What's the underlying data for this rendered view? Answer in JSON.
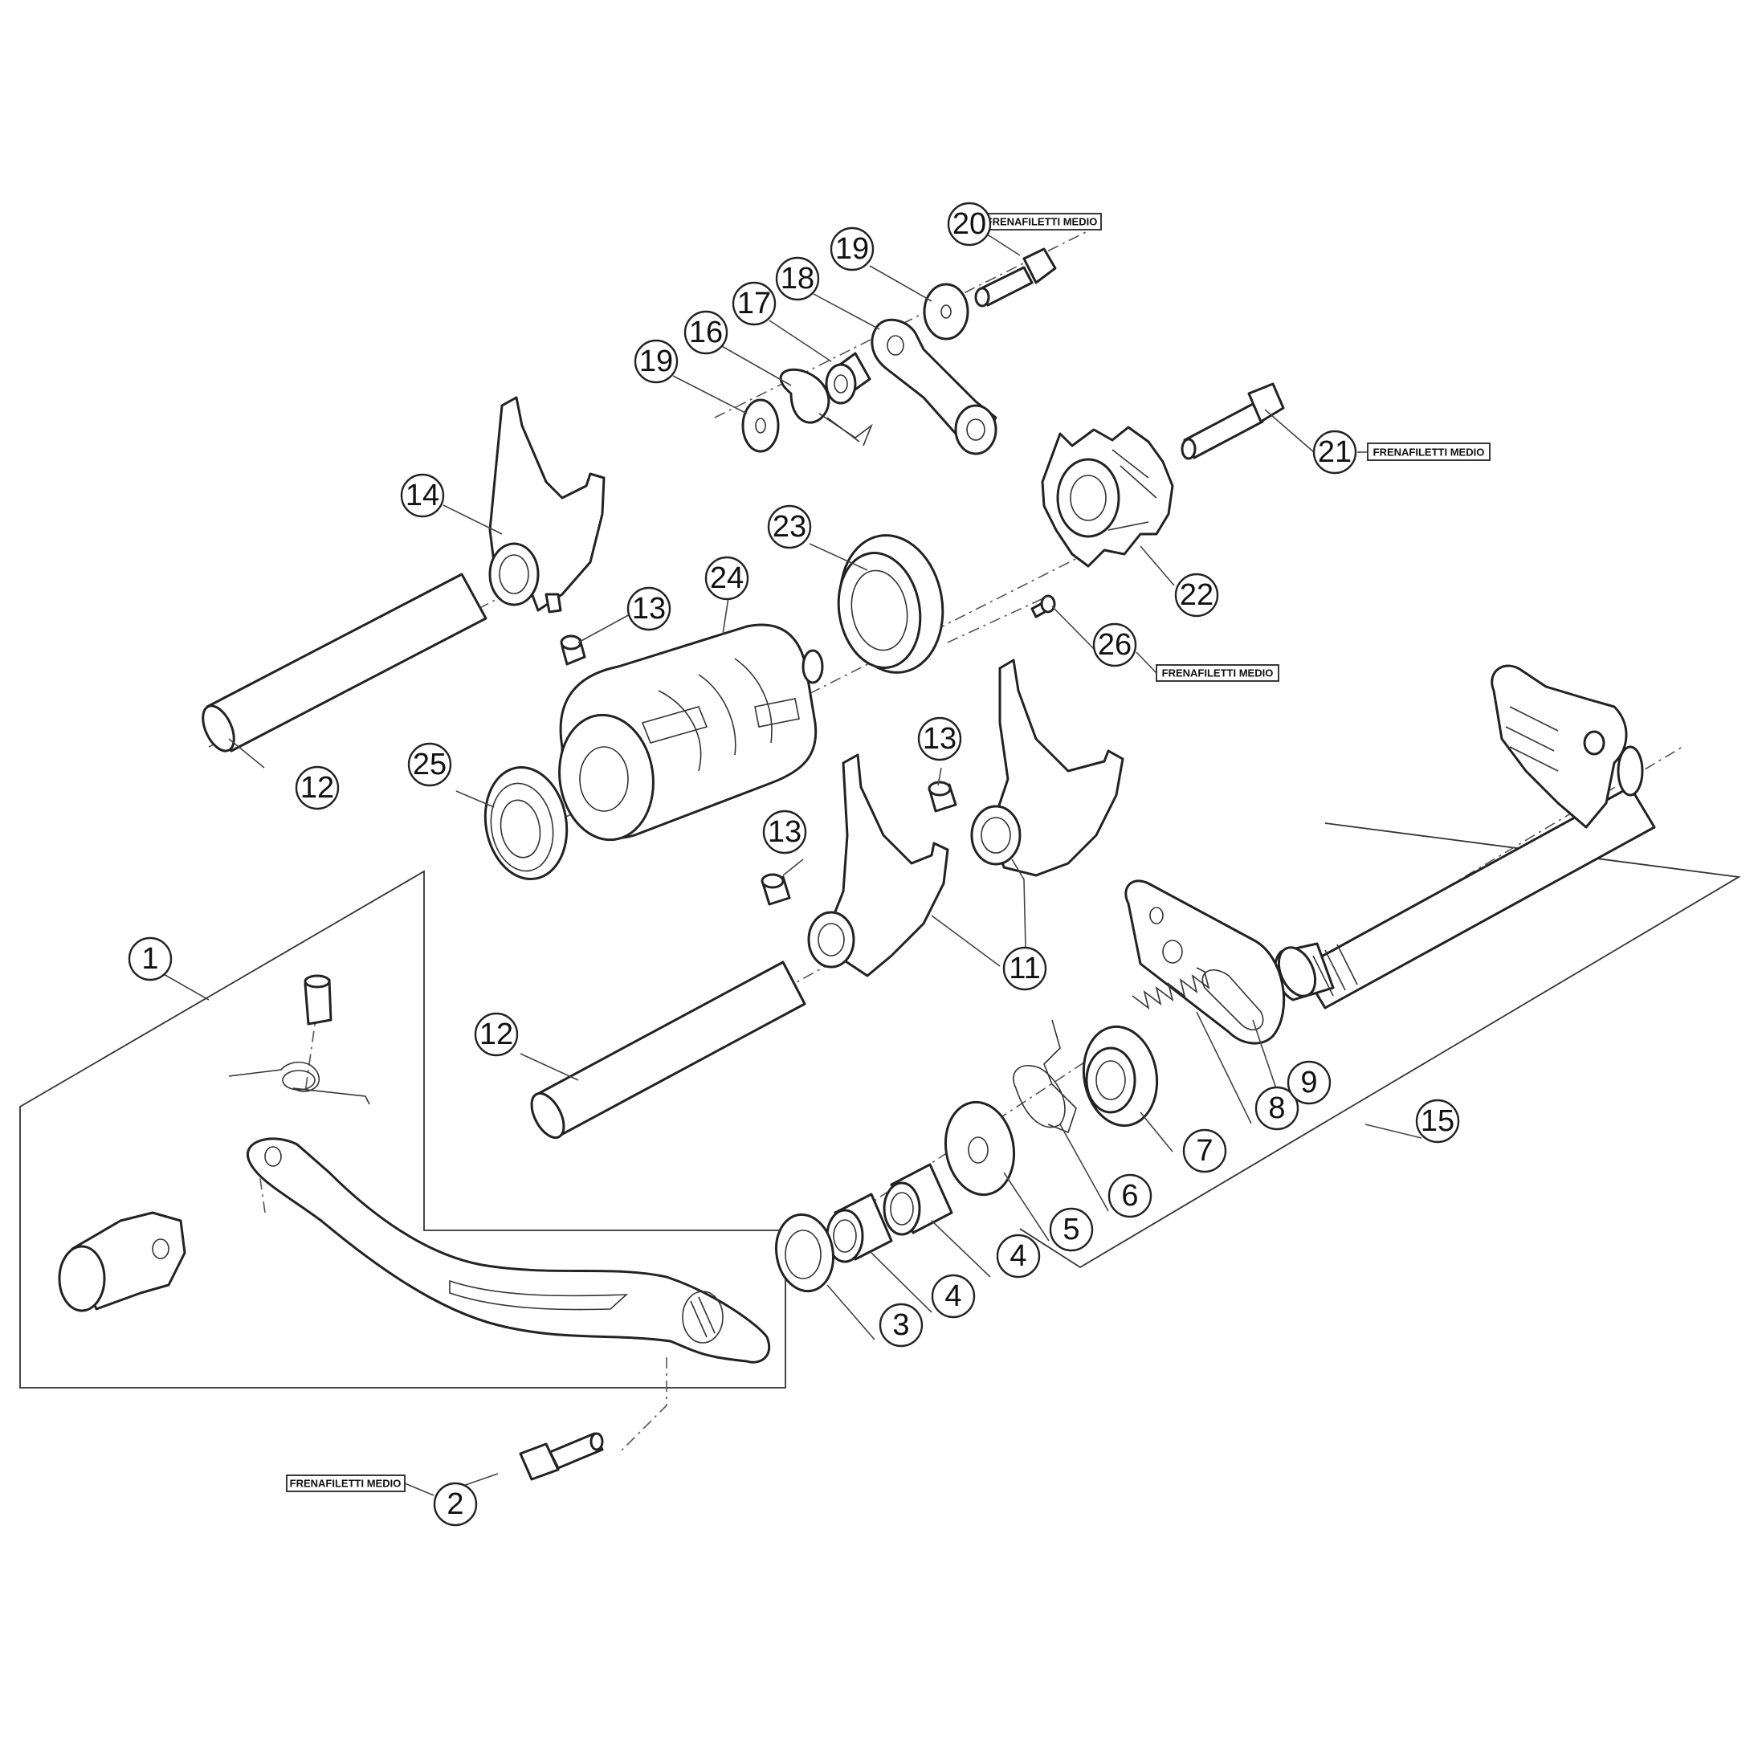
{
  "diagram": {
    "callouts": [
      "1",
      "2",
      "3",
      "4",
      "4",
      "5",
      "6",
      "7",
      "8",
      "9",
      "11",
      "12",
      "12",
      "13",
      "13",
      "13",
      "14",
      "15",
      "16",
      "17",
      "18",
      "19",
      "19",
      "20",
      "21",
      "22",
      "23",
      "24",
      "25",
      "26"
    ],
    "notes": [
      "FRENAFILETTI MEDIO",
      "FRENAFILETTI MEDIO",
      "FRENAFILETTI MEDIO",
      "FRENAFILETTI MEDIO"
    ]
  }
}
